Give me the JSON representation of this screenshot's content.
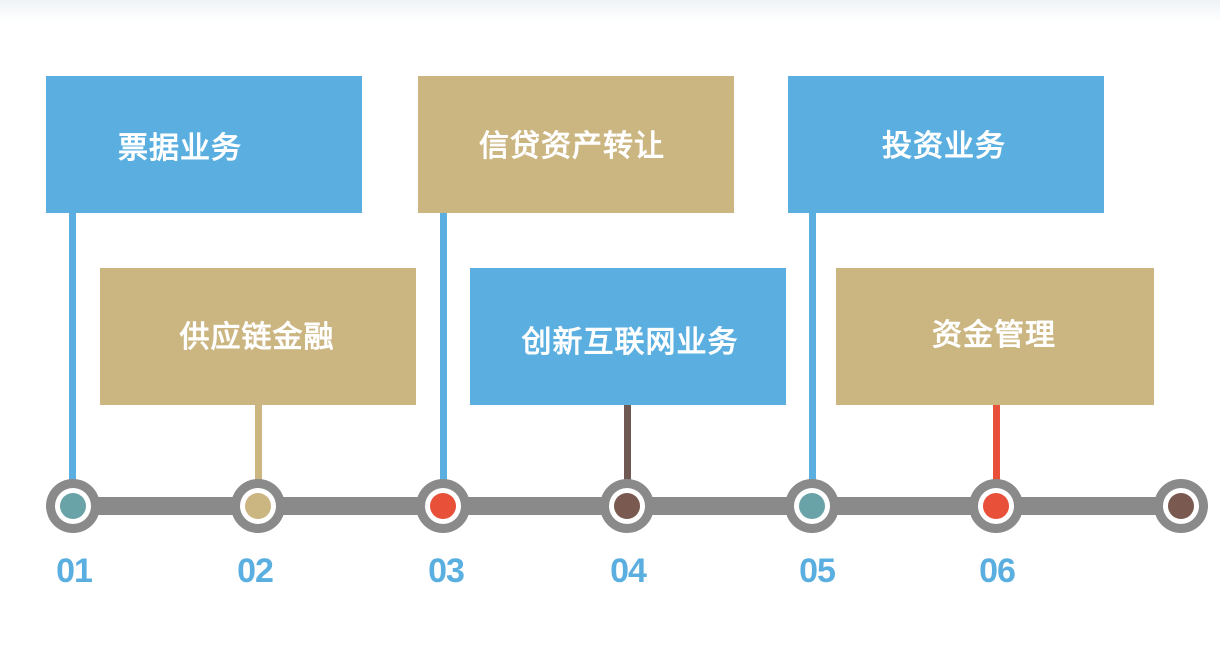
{
  "steps": [
    {
      "label": "票据业务",
      "number": "01",
      "box_color": "#5aafe0",
      "line_color": "#5aafe0",
      "dot_color": "#6aa3a7"
    },
    {
      "label": "供应链金融",
      "number": "02",
      "box_color": "#cbb682",
      "line_color": "#cbb682",
      "dot_color": "#cbb682"
    },
    {
      "label": "信贷资产转让",
      "number": "03",
      "box_color": "#cbb682",
      "line_color": "#5aafe0",
      "dot_color": "#e8503a"
    },
    {
      "label": "创新互联网业务",
      "number": "04",
      "box_color": "#5aafe0",
      "line_color": "#6e5a52",
      "dot_color": "#7a5a50"
    },
    {
      "label": "投资业务",
      "number": "05",
      "box_color": "#5aafe0",
      "line_color": "#5aafe0",
      "dot_color": "#6aa3a7"
    },
    {
      "label": "资金管理",
      "number": "06",
      "box_color": "#cbb682",
      "line_color": "#e8503a",
      "dot_color": "#e8503a"
    }
  ],
  "end_node": {
    "dot_color": "#7a5a50"
  },
  "colors": {
    "track": "#8a8a8a",
    "number_text": "#5aafe0",
    "box_text": "#ffffff"
  }
}
